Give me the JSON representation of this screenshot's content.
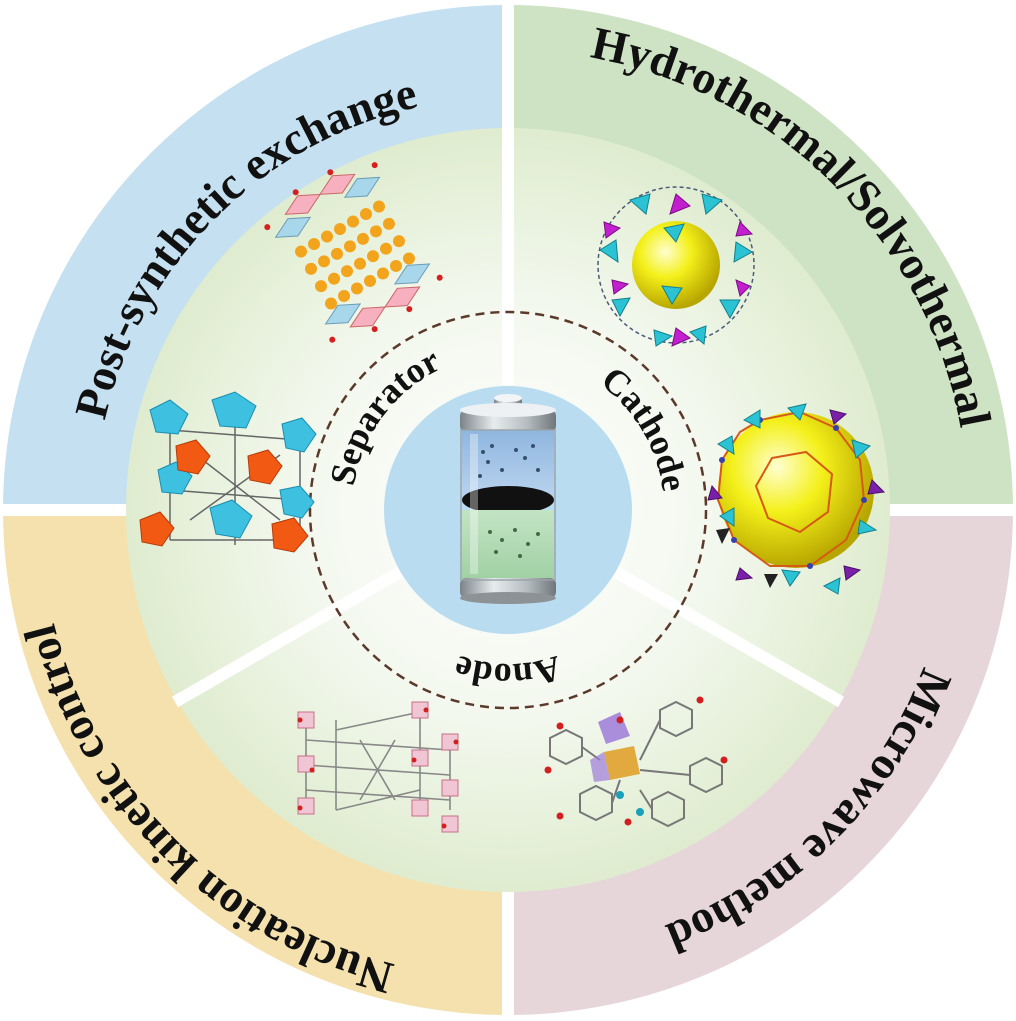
{
  "quadrants": {
    "top_left": {
      "label": "Post-synthetic exchange",
      "color": "#c4e0f1"
    },
    "top_right": {
      "label": "Hydrothermal/Solvothermal",
      "color": "#cde3c3"
    },
    "bottom_right": {
      "label": "Microwave method",
      "color": "#e6d6d9"
    },
    "bottom_left": {
      "label": "Nucleation kinetic control",
      "color": "#f4e1ae"
    }
  },
  "inner_ring": {
    "separator": "Separator",
    "cathode": "Cathode",
    "anode": "Anode",
    "color": "#e6f0d9"
  },
  "structure_icons": [
    "mof-chain-structure-icon",
    "mof-cage-blue-icon",
    "polyhedral-framework-icon",
    "yellow-sphere-cage-icon",
    "mof-coordination-network-icon",
    "mof-ladder-framework-icon"
  ],
  "center_icon": "battery-icon"
}
